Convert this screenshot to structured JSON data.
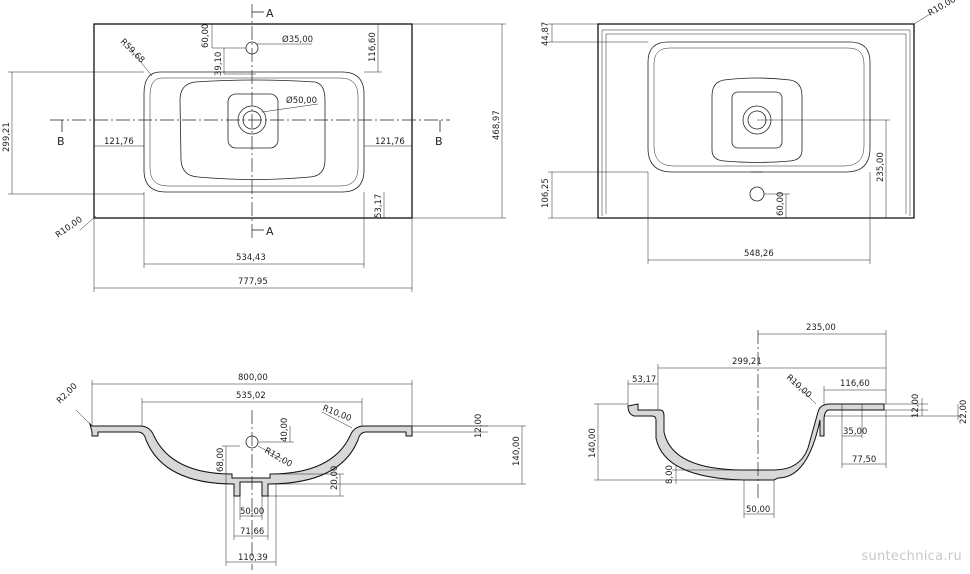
{
  "views": {
    "top": {
      "dims": {
        "d60": "60,00",
        "d35": "Ø35,00",
        "d116": "116,60",
        "d39": "39,10",
        "r59": "R59,68",
        "d50": "Ø50,00",
        "d299": "299,21",
        "d468": "468,97",
        "d121l": "121,76",
        "d121r": "121,76",
        "d53": "53,17",
        "r10": "R10,00",
        "d534": "534,43",
        "d777": "777,95"
      },
      "labels": {
        "a_top": "A",
        "a_bottom": "A",
        "b_left": "B",
        "b_right": "B"
      }
    },
    "rear": {
      "dims": {
        "d44": "44,87",
        "r10": "R10,00",
        "d235": "235,00",
        "d106": "106,25",
        "d60": "60,00",
        "d548": "548,26"
      }
    },
    "section_a": {
      "dims": {
        "d800": "800,00",
        "d535": "535,02",
        "r2": "R2,00",
        "r10": "R10,00",
        "d40": "40,00",
        "r12": "R12,00",
        "d12": "12,00",
        "d140": "140,00",
        "d68": "68,00",
        "d20": "20,00",
        "d50": "50,00",
        "d71": "71,66",
        "d110": "110,39"
      }
    },
    "section_b": {
      "dims": {
        "d235": "235,00",
        "d299": "299,21",
        "d53": "53,17",
        "r10": "R10,00",
        "d116": "116,60",
        "d12": "12,00",
        "d22": "22,00",
        "d140": "140,00",
        "d35": "35,00",
        "d77": "77,50",
        "d8": "8,00",
        "d50": "50,00"
      }
    }
  },
  "brand": "suntechnica.ru"
}
